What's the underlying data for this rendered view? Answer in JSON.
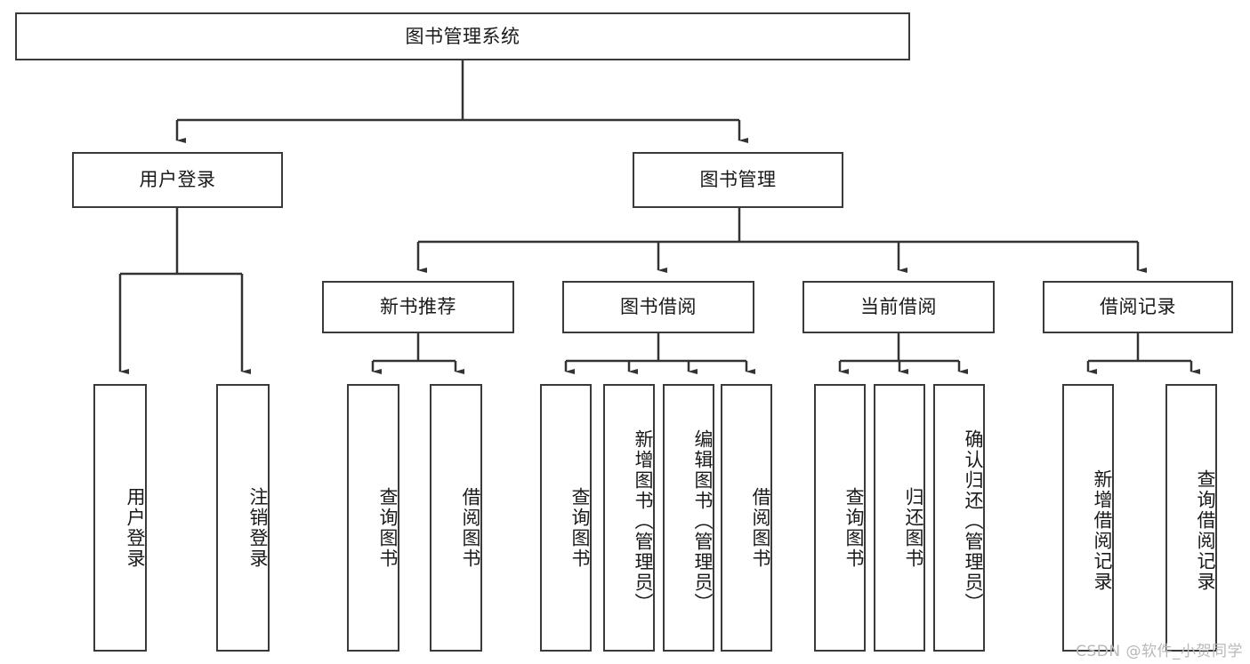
{
  "diagram": {
    "title": "图书管理系统",
    "type": "hierarchy-tree",
    "watermark": "CSDN @软件_小贺同学",
    "colors": {
      "box_border": "#3a3a3a",
      "box_fill": "#ffffff",
      "connector": "#333333",
      "text": "#1a1a1a",
      "watermark": "#b8b8b8"
    },
    "nodes": {
      "root": {
        "label": "图书管理系统"
      },
      "level1": [
        {
          "label": "用户登录"
        },
        {
          "label": "图书管理"
        }
      ],
      "level2": [
        {
          "label": "新书推荐"
        },
        {
          "label": "图书借阅"
        },
        {
          "label": "当前借阅"
        },
        {
          "label": "借阅记录"
        }
      ],
      "leaves": {
        "user_login": [
          {
            "label": "用户登录"
          },
          {
            "label": "注销登录"
          }
        ],
        "new_book_recommend": [
          {
            "label": "查询图书"
          },
          {
            "label": "借阅图书"
          }
        ],
        "book_borrow": [
          {
            "label": "查询图书"
          },
          {
            "label": "新增图书（管理员）"
          },
          {
            "label": "编辑图书（管理员）"
          },
          {
            "label": "借阅图书"
          }
        ],
        "current_borrow": [
          {
            "label": "查询图书"
          },
          {
            "label": "归还图书"
          },
          {
            "label": "确认归还（管理员）"
          }
        ],
        "borrow_record": [
          {
            "label": "新增借阅记录"
          },
          {
            "label": "查询借阅记录"
          }
        ]
      }
    }
  }
}
